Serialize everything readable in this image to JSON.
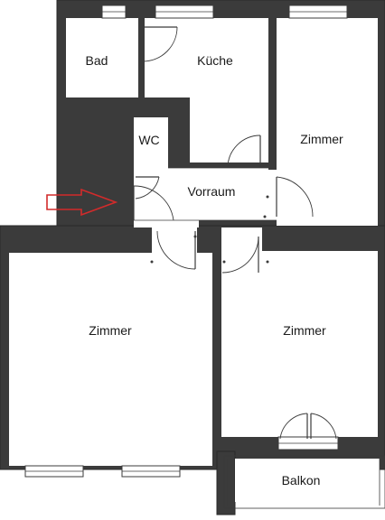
{
  "rooms": {
    "bad": "Bad",
    "kueche": "Küche",
    "wc": "WC",
    "zimmer_top_right": "Zimmer",
    "vorraum": "Vorraum",
    "zimmer_left": "Zimmer",
    "zimmer_right": "Zimmer",
    "balkon": "Balkon"
  },
  "colors": {
    "wall": "#3b3b3b",
    "entrance_arrow": "#d22b2b"
  },
  "icons": {
    "entrance": "entrance-arrow-icon"
  }
}
